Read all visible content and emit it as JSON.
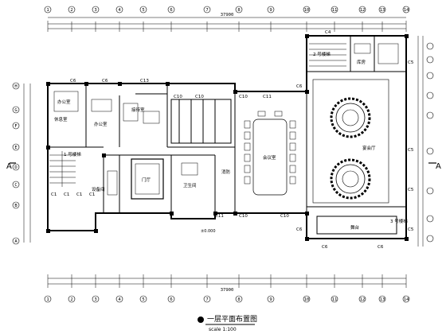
{
  "axes_top": [
    "1",
    "2",
    "3",
    "4",
    "5",
    "6",
    "7",
    "8",
    "9",
    "10",
    "11",
    "12",
    "13",
    "14"
  ],
  "axes_bottom": [
    "1",
    "2",
    "3",
    "4",
    "5",
    "6",
    "7",
    "8",
    "9",
    "10",
    "11",
    "12",
    "13",
    "14"
  ],
  "axes_left": [
    "A",
    "B",
    "C",
    "D",
    "E",
    "F",
    "G",
    "H"
  ],
  "section_marks": [
    "A",
    "A"
  ],
  "dims_overall": [
    "37900",
    "37900"
  ],
  "room_labels": {
    "office_1": "办公室",
    "office_2": "办公室",
    "reception": "接待室",
    "lounge": "休息室",
    "stair_1": "1 号楼梯",
    "stair_2": "2 号楼梯",
    "stair_3": "3 号楼梯",
    "lobby": "门厅",
    "meeting": "会议室",
    "banquet": "宴会厅",
    "stage": "舞台",
    "kitchen": "库房",
    "toilet": "卫生间",
    "equipment": "设备间",
    "fire": "消防"
  },
  "door_tags": [
    "C1",
    "C1",
    "C1",
    "C1",
    "C6",
    "C6",
    "C13",
    "C10",
    "C10",
    "C10",
    "C10",
    "C10",
    "C11",
    "C11",
    "C5",
    "C5",
    "C5",
    "C5",
    "C4",
    "C6",
    "C6",
    "C6",
    "C6"
  ],
  "title": {
    "text": "一层平面布置图",
    "scale": "scale 1:100",
    "elevation": "±0.000"
  }
}
